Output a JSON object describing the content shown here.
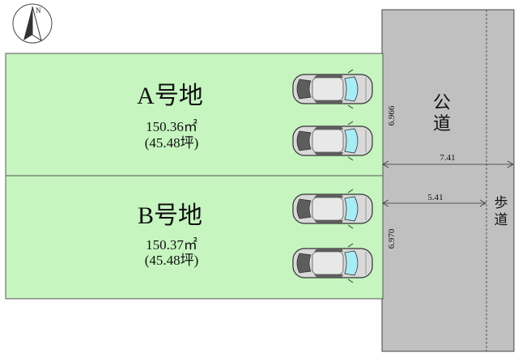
{
  "compass": {
    "north_label": "N",
    "icon": "north-arrow-icon"
  },
  "lots": [
    {
      "name": "A号地",
      "area_m2": "150.36㎡",
      "area_tsubo": "(45.48坪)"
    },
    {
      "name": "B号地",
      "area_m2": "150.37㎡",
      "area_tsubo": "(45.48坪)"
    }
  ],
  "road": {
    "label_line1": "公",
    "label_line2": "道"
  },
  "sidewalk": {
    "label_line1": "歩",
    "label_line2": "道"
  },
  "dimensions": {
    "lot_a_frontage": "6.966",
    "lot_b_frontage": "6.970",
    "total_road_width": "7.41",
    "roadway_width": "5.41"
  },
  "colors": {
    "lot_fill": "#c6f5c0",
    "road_fill": "#c0c0c0",
    "car_body": "#d9d9d9",
    "car_glass": "#5d5d5d",
    "car_windshield": "#a8ecf5"
  }
}
